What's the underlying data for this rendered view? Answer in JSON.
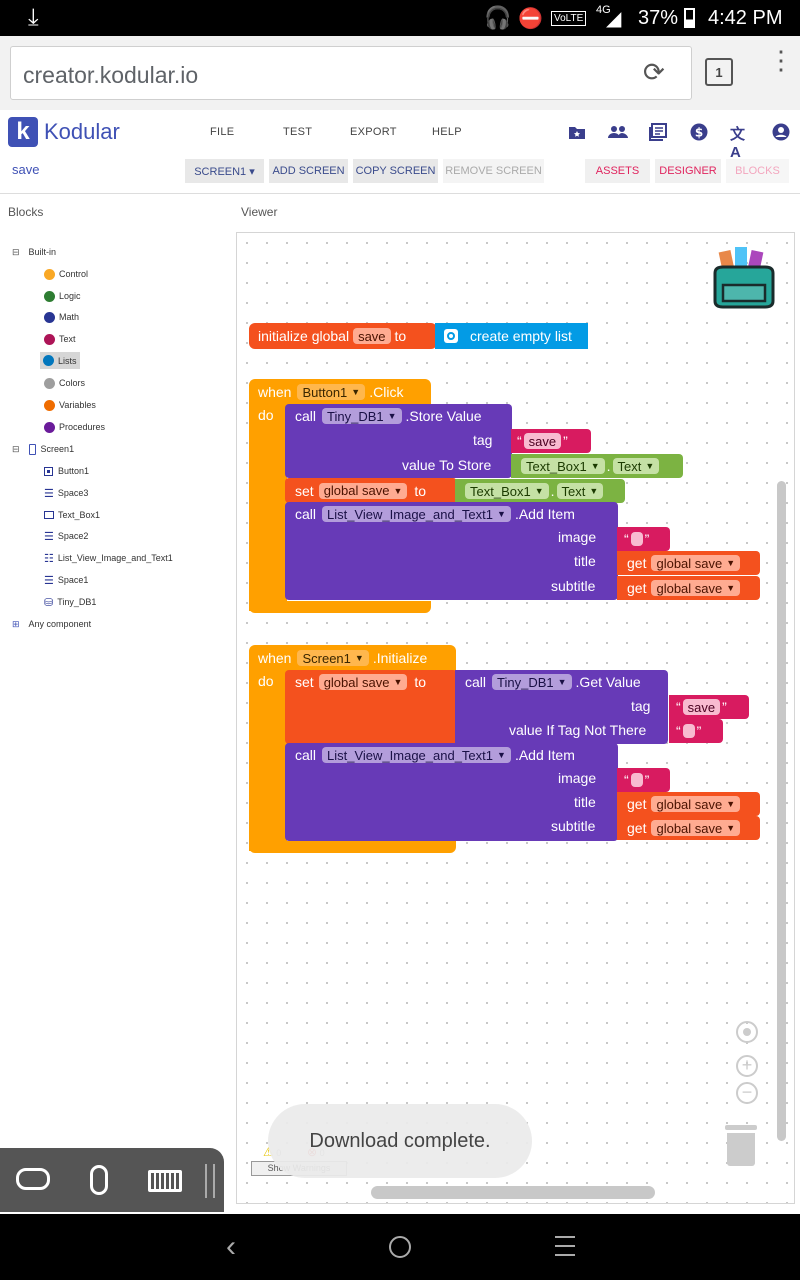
{
  "status": {
    "time": "4:42 PM",
    "battery": "37%",
    "network": "4G",
    "volte": "VoLTE"
  },
  "browser": {
    "url": "creator.kodular.io",
    "tab_count": "1"
  },
  "app": {
    "logo_letter": "k",
    "brand": "Kodular",
    "project": "save",
    "menu": [
      "FILE",
      "TEST",
      "EXPORT",
      "HELP"
    ],
    "screen_btn": "SCREEN1 ▾",
    "add_screen": "ADD SCREEN",
    "copy_screen": "COPY SCREEN",
    "remove_screen": "REMOVE SCREEN",
    "assets": "ASSETS",
    "designer": "DESIGNER",
    "blocks": "BLOCKS"
  },
  "panes": {
    "blocks_title": "Blocks",
    "viewer_title": "Viewer"
  },
  "tree": {
    "builtin": "Built-in",
    "builtin_items": [
      {
        "label": "Control",
        "color": "#f9a825"
      },
      {
        "label": "Logic",
        "color": "#2e7d32"
      },
      {
        "label": "Math",
        "color": "#283593"
      },
      {
        "label": "Text",
        "color": "#ad1457"
      },
      {
        "label": "Lists",
        "color": "#0277bd"
      },
      {
        "label": "Colors",
        "color": "#9e9e9e"
      },
      {
        "label": "Variables",
        "color": "#ef6c00"
      },
      {
        "label": "Procedures",
        "color": "#6a1b9a"
      }
    ],
    "screen": "Screen1",
    "components": [
      "Button1",
      "Space3",
      "Text_Box1",
      "Space2",
      "List_View_Image_and_Text1",
      "Space1",
      "Tiny_DB1"
    ],
    "any": "Any component"
  },
  "blocks": {
    "init": {
      "label": "initialize global",
      "var": "save",
      "to": "to",
      "value": "create empty list"
    },
    "click": {
      "when": "when",
      "comp": "Button1",
      "event": ".Click",
      "do": "do",
      "call": "call",
      "db": "Tiny_DB1",
      "method": ".Store Value",
      "tag": "tag",
      "tag_val": "save",
      "vts": "value To Store",
      "tb": "Text_Box1",
      "dot": ".",
      "prop": "Text",
      "set": "set",
      "gvar": "global save",
      "to": "to",
      "lv": "List_View_Image_and_Text1",
      "add": ".Add Item",
      "image": "image",
      "title": "title",
      "subtitle": "subtitle",
      "get": "get"
    },
    "init_ev": {
      "when": "when",
      "comp": "Screen1",
      "event": ".Initialize",
      "do": "do",
      "set": "set",
      "gvar": "global save",
      "to": "to",
      "call": "call",
      "db": "Tiny_DB1",
      "method": ".Get Value",
      "tag": "tag",
      "tag_val": "save",
      "vitnt": "value If Tag Not There",
      "lv": "List_View_Image_and_Text1",
      "add": ".Add Item",
      "image": "image",
      "title": "title",
      "subtitle": "subtitle",
      "get": "get"
    }
  },
  "viewer": {
    "warn_count": "0",
    "err_count": "0",
    "show_warnings": "Show Warnings",
    "toast": "Download complete."
  }
}
